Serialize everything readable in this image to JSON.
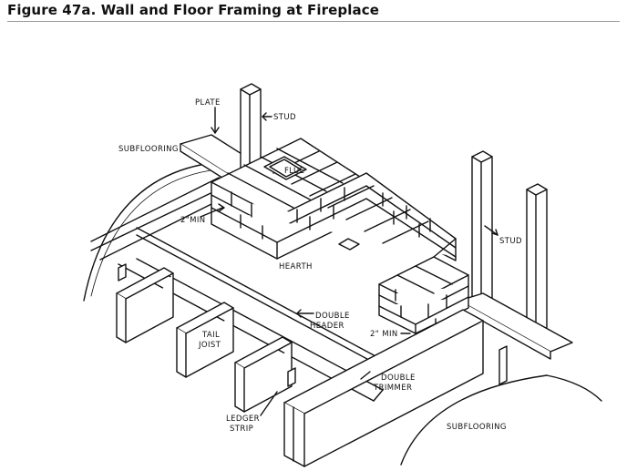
{
  "figure": {
    "title": "Figure 47a.  Wall and Floor Framing at Fireplace"
  },
  "labels": {
    "plate": "PLATE",
    "stud_left": "STUD",
    "stud_right": "STUD",
    "subflooring_top": "SUBFLOORING",
    "subflooring_bottom": "SUBFLOORING",
    "flue": "FLUE",
    "two_in_min_left": "2\"MIN",
    "two_in_min_right": "2\" MIN",
    "hearth": "HEARTH",
    "double_header_1": "DOUBLE",
    "double_header_2": "HEADER",
    "tail_joist_1": "TAIL",
    "tail_joist_2": "JOIST",
    "double_trimmer_1": "DOUBLE",
    "double_trimmer_2": "TRIMMER",
    "ledger_strip_1": "LEDGER",
    "ledger_strip_2": "STRIP"
  }
}
